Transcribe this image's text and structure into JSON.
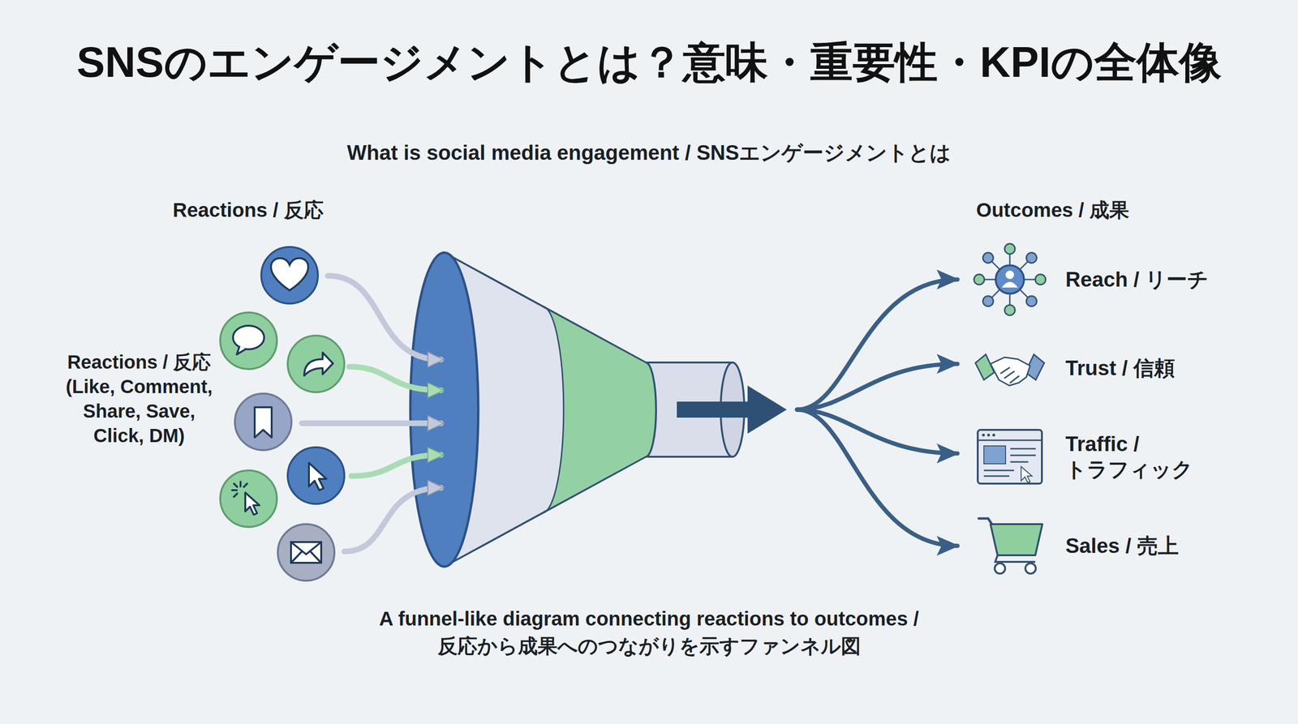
{
  "diagram": {
    "title": "SNSのエンゲージメントとは？意味・重要性・KPIの全体像",
    "caption": "A funnel-like diagram connecting reactions to outcomes / 反応から成果へのつながりを示すファンネル図",
    "labels": [
      "What is social media engagement / SNSエンゲージメントとは",
      "Reactions / 反応",
      "Outcomes / 成果",
      "Reactions / 反応 (Like, Comment, Share, Save, Click, DM)",
      "Reach / リーチ",
      "Trust / 信頼",
      "Traffic / トラフィック",
      "Sales / 売上"
    ]
  }
}
